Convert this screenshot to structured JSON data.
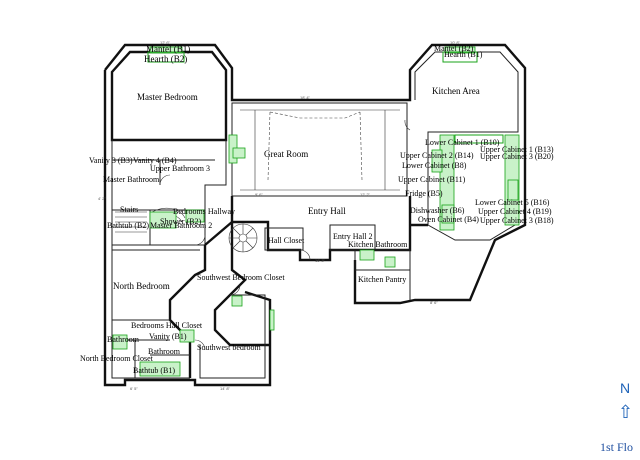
{
  "rooms": [
    "Mantel (B1)",
    "Hearth (B2)",
    "Master Bedroom",
    "Kitchen Area",
    "Great Room",
    "Vanity 3 (B3)",
    "Vanity 4 (B4)",
    "Upper Bathroom 3",
    "Master Bathroom",
    "Stairs",
    "Bathtub (B2)",
    "Master Bathroom 2",
    "Bedrooms Hallway",
    "Shower (B2)",
    "Entry Hall",
    "Hall Closet",
    "Entry Hall 2",
    "Kitchen Bathroom",
    "North Bedroom",
    "Southwest Bedroom Closet",
    "Kitchen Pantry",
    "Bedrooms Hall Closet",
    "Bathroom",
    "Vanity (B1)",
    "Southwest bedroom",
    "North Bedroom Closet",
    "Bathtub (B1)",
    "Mantel (B2)",
    "Hearth (B1)"
  ],
  "fixtures": [
    "Lower Cabinet 1 (B10)",
    "Upper Cabinet 2 (B14)",
    "Upper Cabinet 1 (B13)",
    "Upper Cabinet 3 (B20)",
    "Lower Cabinet (B8)",
    "Upper Cabinet (B11)",
    "Fridge (B5)",
    "Lower Cabinet 5 (B16)",
    "Upper Cabinet 4 (B19)",
    "Upper Cabinet 3 (B18)",
    "Dishwasher (B6)",
    "Oven Cabinet (B4)"
  ],
  "compass": {
    "letter": "N",
    "arrow": "⇧",
    "color": "#1f63b8"
  },
  "floor_label": "1st Flo",
  "colors": {
    "walls": "#111111",
    "fixtures": "#1aa31a",
    "label": "#1f4fa0"
  }
}
